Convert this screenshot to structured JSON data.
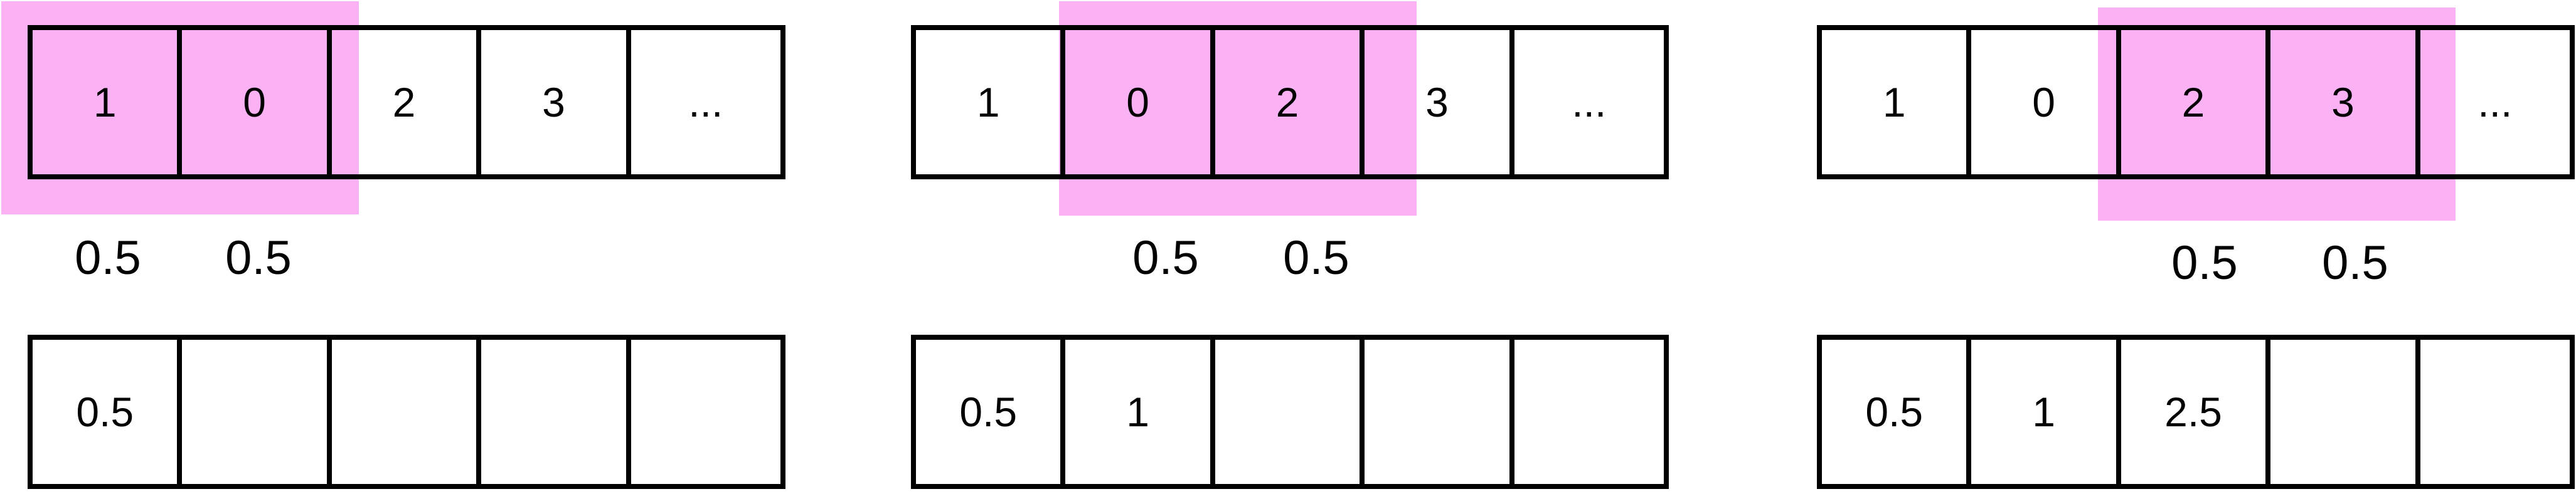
{
  "panels": [
    {
      "input": [
        "1",
        "0",
        "2",
        "3",
        "..."
      ],
      "weights": [
        "0.5",
        "0.5"
      ],
      "output": [
        "0.5",
        "",
        "",
        "",
        ""
      ]
    },
    {
      "input": [
        "1",
        "0",
        "2",
        "3",
        "..."
      ],
      "weights": [
        "0.5",
        "0.5"
      ],
      "output": [
        "0.5",
        "1",
        "",
        "",
        ""
      ]
    },
    {
      "input": [
        "1",
        "0",
        "2",
        "3",
        "..."
      ],
      "weights": [
        "0.5",
        "0.5"
      ],
      "output": [
        "0.5",
        "1",
        "2.5",
        "",
        ""
      ]
    }
  ],
  "colors": {
    "highlight": "#fab2f5",
    "stroke": "#000000"
  }
}
